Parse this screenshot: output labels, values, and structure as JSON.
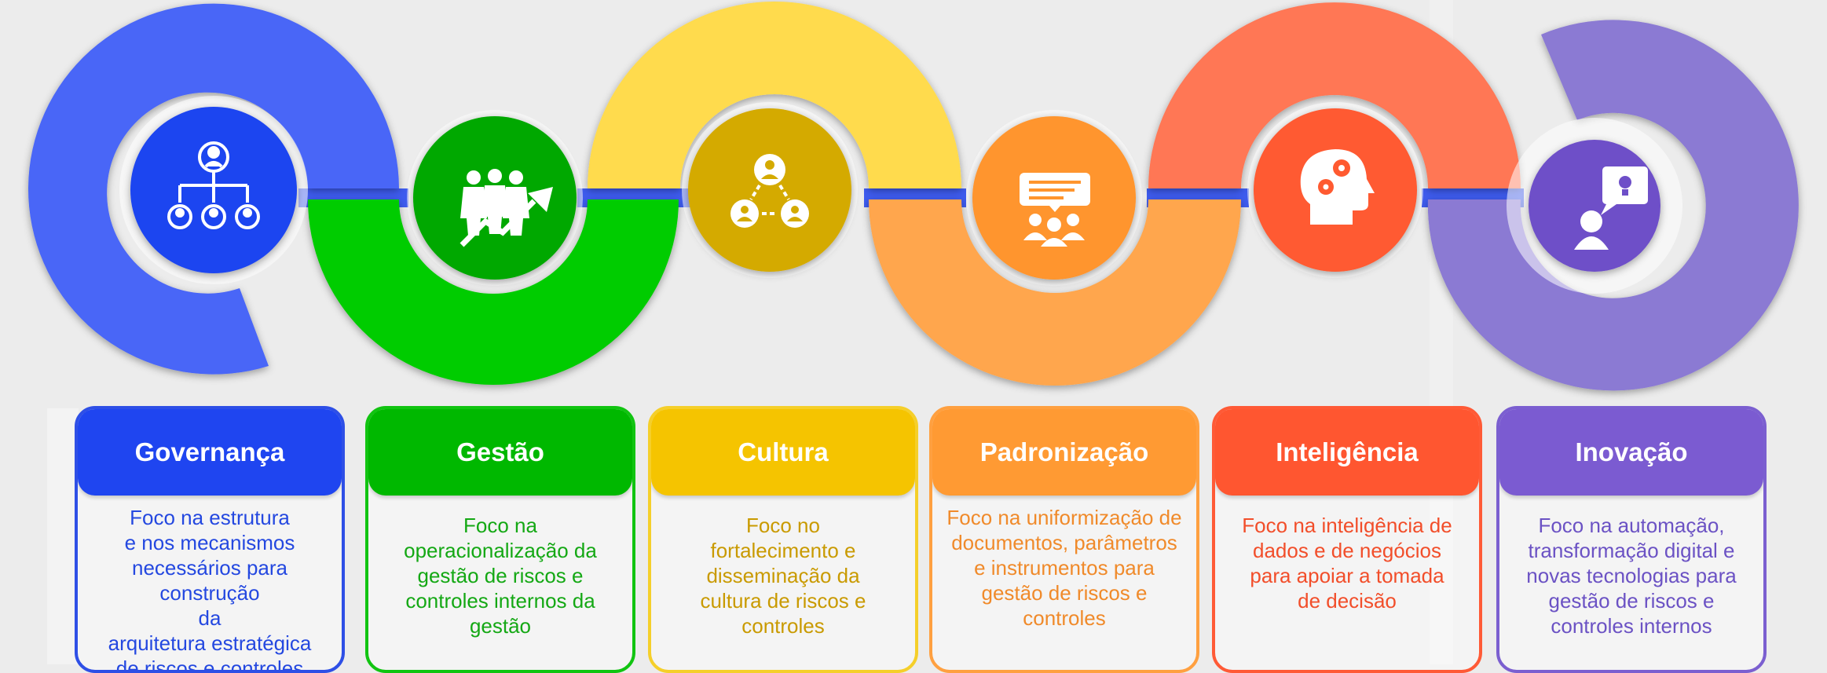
{
  "colors": {
    "blue": "#4A66F7",
    "green": "#00CC00",
    "yellow": "#FFDB4D",
    "orange": "#FFA64D",
    "coral": "#FF7755",
    "purple": "#8B7AD3",
    "connector": "#3E5CF0"
  },
  "stages": [
    {
      "key": "governanca",
      "title": "Governança",
      "description": "Foco na estrutura\ne nos mecanismos\nnecessários para construção\nda\narquitetura estratégica\nde riscos e controles",
      "icon": "org-chart-icon",
      "head_color": "#1F45F0",
      "border_color": "#2E4FE6",
      "text_color": "#2448E0",
      "circle_color": "#1F45F0"
    },
    {
      "key": "gestao",
      "title": "Gestão",
      "description": "Foco na\noperacionalização da\ngestão de riscos e\ncontroles internos da\ngestão",
      "icon": "team-growth-icon",
      "head_color": "#00B800",
      "border_color": "#11C411",
      "text_color": "#14A814",
      "circle_color": "#00A800"
    },
    {
      "key": "cultura",
      "title": "Cultura",
      "description": "Foco no\nfortalecimento e\ndisseminação da\ncultura de riscos e\ncontroles",
      "icon": "people-network-icon",
      "head_color": "#F5C400",
      "border_color": "#F5CF2A",
      "text_color": "#C99A00",
      "circle_color": "#D4AA00"
    },
    {
      "key": "padronizacao",
      "title": "Padronização",
      "description": "Foco na uniformização de\ndocumentos, parâmetros\ne instrumentos para\ngestão de riscos e\ncontroles",
      "icon": "meeting-presentation-icon",
      "head_color": "#FF9A33",
      "border_color": "#FFA040",
      "text_color": "#F08A2A",
      "circle_color": "#FF952E"
    },
    {
      "key": "inteligencia",
      "title": "Inteligência",
      "description": "Foco na inteligência de\ndados e de negócios\npara apoiar a tomada\nde decisão",
      "icon": "head-gears-icon",
      "head_color": "#FF5630",
      "border_color": "#FF5A36",
      "text_color": "#F24E2A",
      "circle_color": "#FF5A30"
    },
    {
      "key": "inovacao",
      "title": "Inovação",
      "description": "Foco na automação,\ntransformação digital e\nnovas tecnologias para\ngestão de riscos e\ncontroles internos",
      "icon": "person-idea-icon",
      "head_color": "#7B5BD1",
      "border_color": "#7B5FD0",
      "text_color": "#6B52C4",
      "circle_color": "#6E4FC8"
    }
  ]
}
